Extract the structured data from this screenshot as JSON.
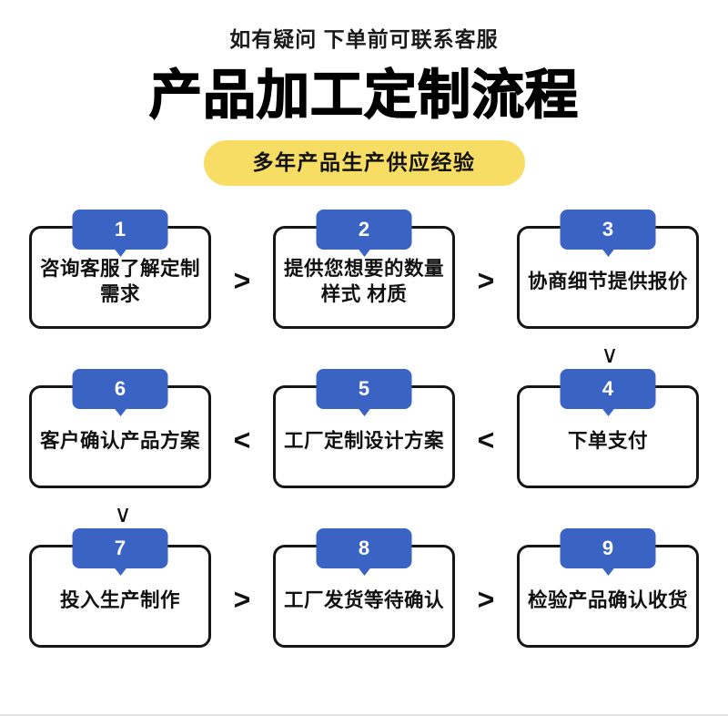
{
  "header": {
    "subtitle": "如有疑问 下单前可联系客服",
    "title": "产品加工定制流程",
    "badge": "多年产品生产供应经验",
    "badge_color": "#F7DD63",
    "title_color": "#000000"
  },
  "flow": {
    "accent_color": "#3A63C4",
    "box_border_color": "#161616",
    "rows": [
      {
        "connector_symbol": ">",
        "steps": [
          {
            "number": "1",
            "label": "咨询客服了解定制需求"
          },
          {
            "number": "2",
            "label": "提供您想要的数量 样式 材质"
          },
          {
            "number": "3",
            "label": "协商细节提供报价"
          }
        ]
      },
      {
        "connector_symbol": "<",
        "steps": [
          {
            "number": "6",
            "label": "客户确认产品方案"
          },
          {
            "number": "5",
            "label": "工厂定制设计方案"
          },
          {
            "number": "4",
            "label": "下单支付"
          }
        ]
      },
      {
        "connector_symbol": ">",
        "steps": [
          {
            "number": "7",
            "label": "投入生产制作"
          },
          {
            "number": "8",
            "label": "工厂发货等待确认"
          },
          {
            "number": "9",
            "label": "检验产品确认收货"
          }
        ]
      }
    ],
    "vertical_connectors": [
      {
        "symbol": "∨",
        "position": "right"
      },
      {
        "symbol": "∨",
        "position": "left"
      }
    ]
  }
}
